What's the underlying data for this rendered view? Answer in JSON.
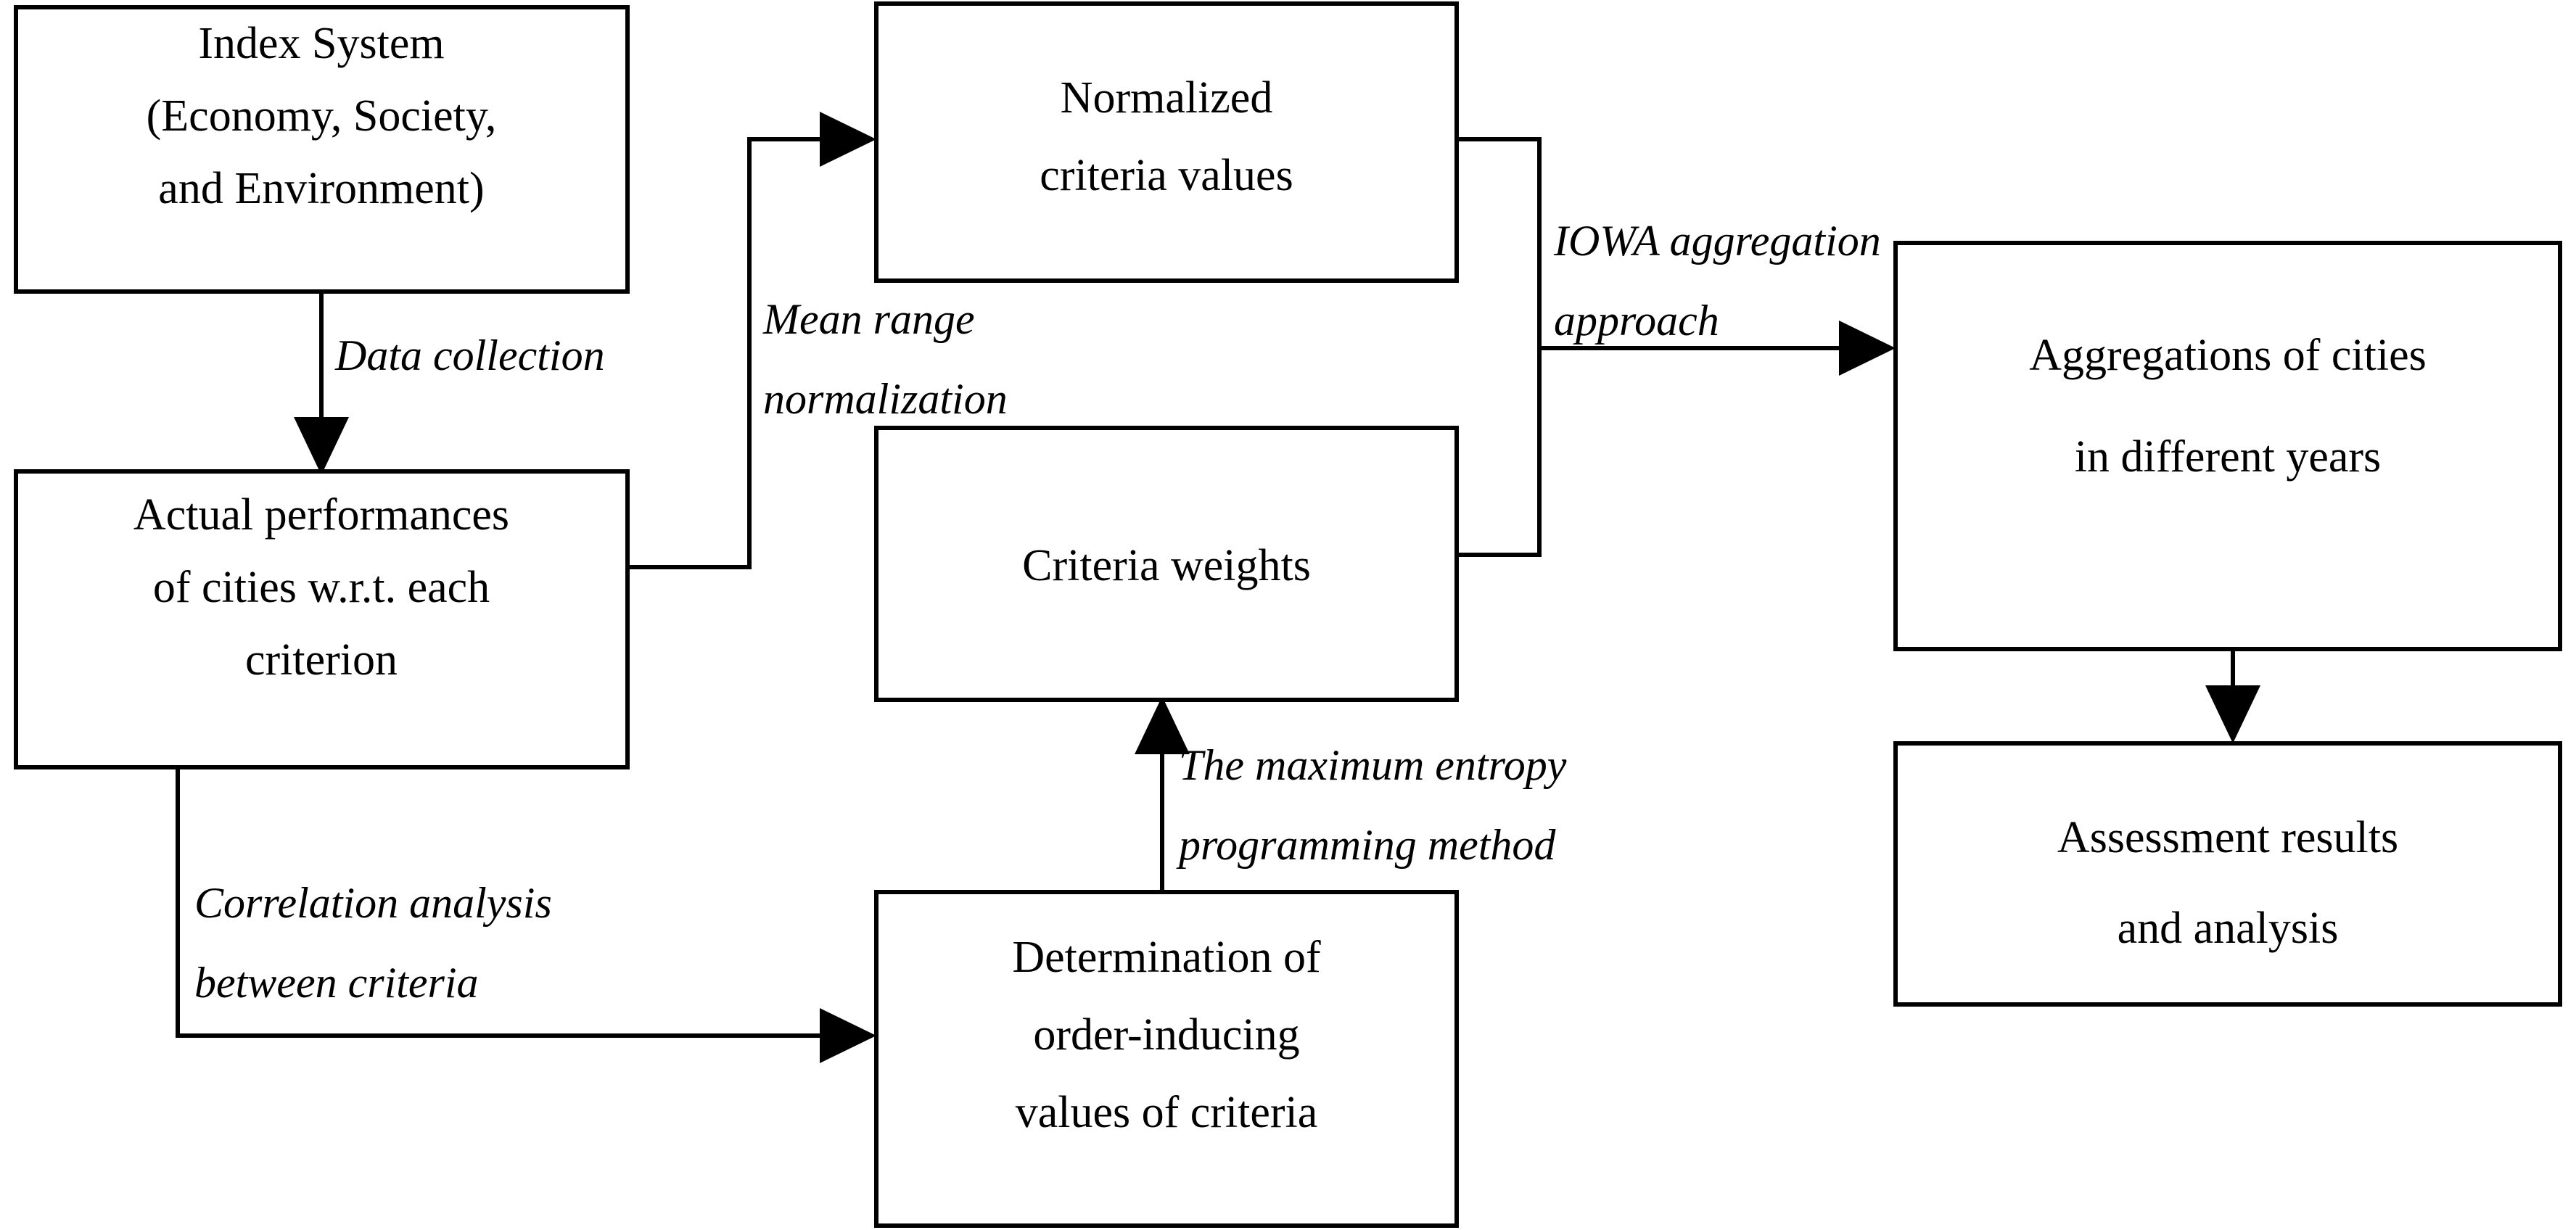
{
  "diagram": {
    "title": "Assessment framework flowchart",
    "background_color": "#ffffff",
    "stroke_color": "#000000",
    "nodes": [
      {
        "id": "index-system",
        "lines": [
          "Index System",
          "(Economy, Society,",
          "and Environment)"
        ]
      },
      {
        "id": "actual-performances",
        "lines": [
          "Actual performances",
          "of cities w.r.t. each",
          "criterion"
        ]
      },
      {
        "id": "normalized-criteria-values",
        "lines": [
          "Normalized",
          "criteria values"
        ]
      },
      {
        "id": "criteria-weights",
        "lines": [
          "Criteria weights"
        ]
      },
      {
        "id": "determination-order-inducing",
        "lines": [
          "Determination of",
          "order-inducing",
          "values of criteria"
        ]
      },
      {
        "id": "aggregations-of-cities",
        "lines": [
          "Aggregations of cities",
          "in different years"
        ]
      },
      {
        "id": "assessment-results",
        "lines": [
          "Assessment results",
          "and analysis"
        ]
      }
    ],
    "edge_labels": [
      {
        "id": "data-collection",
        "lines": [
          "Data collection"
        ]
      },
      {
        "id": "mean-range-normalization",
        "lines": [
          "Mean range",
          "normalization"
        ]
      },
      {
        "id": "iowa-aggregation-approach",
        "lines": [
          "IOWA aggregation",
          "approach"
        ]
      },
      {
        "id": "maximum-entropy-programming",
        "lines": [
          "The maximum entropy",
          "programming method"
        ]
      },
      {
        "id": "correlation-analysis",
        "lines": [
          "Correlation analysis",
          "between criteria"
        ]
      }
    ]
  }
}
